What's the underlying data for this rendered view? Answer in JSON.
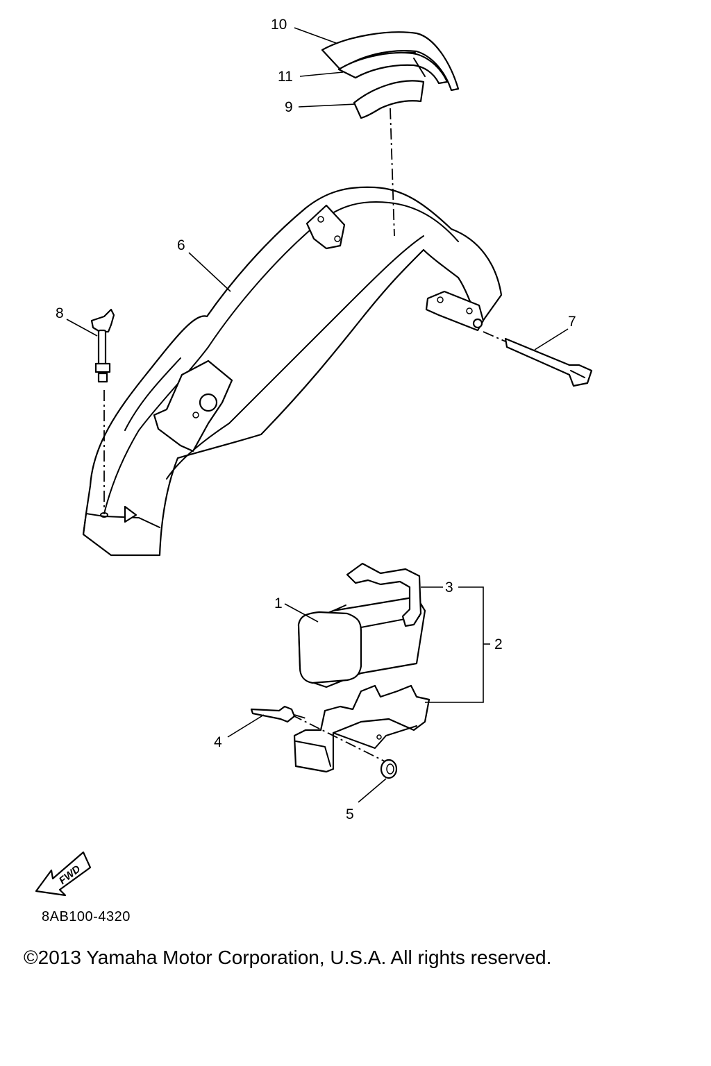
{
  "diagram": {
    "callouts": [
      {
        "id": "10",
        "label": "10"
      },
      {
        "id": "11",
        "label": "11"
      },
      {
        "id": "9",
        "label": "9"
      },
      {
        "id": "6",
        "label": "6"
      },
      {
        "id": "8",
        "label": "8"
      },
      {
        "id": "7",
        "label": "7"
      },
      {
        "id": "3",
        "label": "3"
      },
      {
        "id": "1",
        "label": "1"
      },
      {
        "id": "2",
        "label": "2"
      },
      {
        "id": "4",
        "label": "4"
      },
      {
        "id": "5",
        "label": "5"
      }
    ],
    "fwd_arrow_text": "FWD",
    "diagram_code": "8AB100-4320"
  },
  "footer": {
    "copyright": "©2013 Yamaha Motor Corporation, U.S.A. All rights reserved."
  }
}
